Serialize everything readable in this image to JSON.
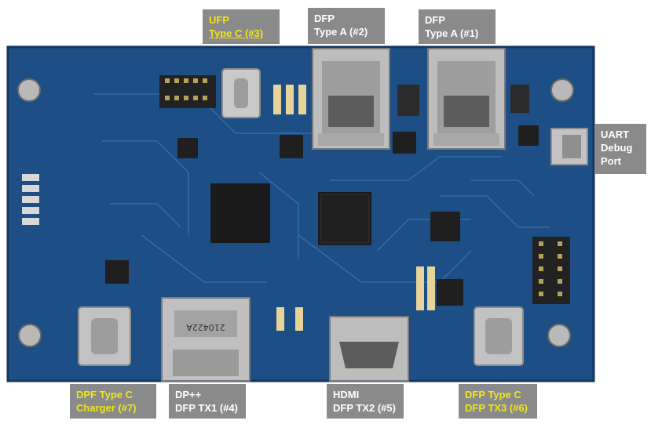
{
  "image": {
    "alt": "Blue development board with USB, HDMI, DP++ and UART ports"
  },
  "colors": {
    "board": "#1d4f86",
    "label_bg": "#8a8a8a",
    "label_text": "#ffffff",
    "label_highlight": "#f0e51c"
  },
  "labels": {
    "ufp": {
      "line1": "UFP",
      "line2": "Type C (#3)",
      "color": "yellow"
    },
    "dfp2": {
      "line1": "DFP",
      "line2": "Type A (#2)",
      "color": "white"
    },
    "dfp1": {
      "line1": "DFP",
      "line2": "Type A (#1)",
      "color": "white"
    },
    "uart": {
      "line1": "UART",
      "line2": "Debug",
      "line3": "Port",
      "color": "white"
    },
    "charger": {
      "line1": "DPF Type C",
      "line2": "Charger (#7)",
      "color": "yellow"
    },
    "dp": {
      "line1": "DP++",
      "line2": "DFP TX1 (#4)",
      "color": "white"
    },
    "hdmi": {
      "line1": "HDMI",
      "line2": "DFP TX2 (#5)",
      "color": "white"
    },
    "tx3": {
      "line1": "DFP Type C",
      "line2": "DFP TX3 (#6)",
      "color": "yellow"
    }
  },
  "board_text": {
    "dp_marking": "210422A"
  }
}
